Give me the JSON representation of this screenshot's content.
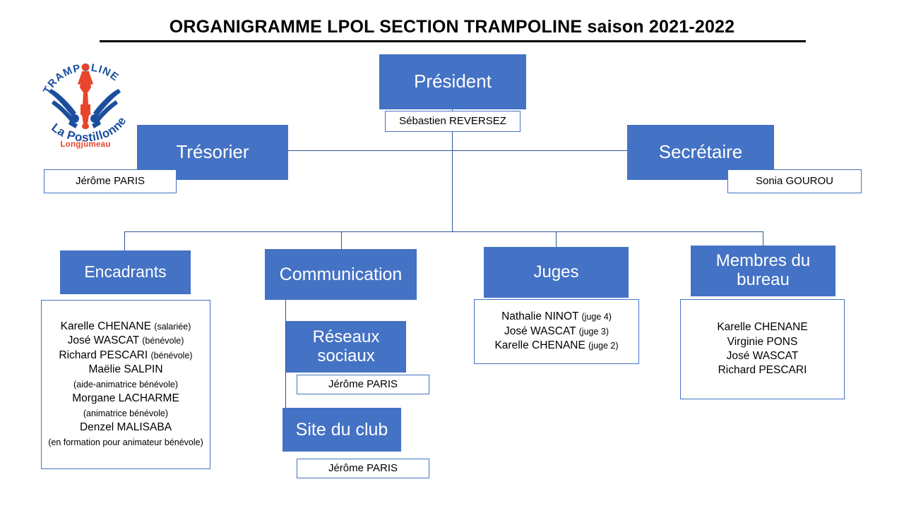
{
  "title": "ORGANIGRAMME LPOL SECTION TRAMPOLINE saison 2021-2022",
  "logo": {
    "top_text": "TRAMPOLINE",
    "club_name": "La Postillonne",
    "city": "Longjumeau",
    "blue": "#1B4F9C",
    "orange": "#E8452C"
  },
  "colors": {
    "box_fill": "#4472C4",
    "box_text": "#FFFFFF",
    "line": "#2E5496",
    "label_border": "#4472C4",
    "label_text": "#000000"
  },
  "nodes": {
    "president": {
      "title": "Président",
      "person": "Sébastien REVERSEZ"
    },
    "tresorier": {
      "title": "Trésorier",
      "person": "Jérôme PARIS"
    },
    "secretaire": {
      "title": "Secrétaire",
      "person": "Sonia GOUROU"
    },
    "encadrants": {
      "title": "Encadrants",
      "people": [
        {
          "name": "Karelle CHENANE",
          "role": "(salariée)"
        },
        {
          "name": "José WASCAT",
          "role": "(bénévole)"
        },
        {
          "name": "Richard PESCARI",
          "role": "(bénévole)"
        },
        {
          "name": "Maëlie SALPIN",
          "role": "(aide-animatrice bénévole)"
        },
        {
          "name": "Morgane LACHARME",
          "role": "(animatrice bénévole)"
        },
        {
          "name": "Denzel MALISABA",
          "role": "(en formation pour animateur bénévole)"
        }
      ]
    },
    "communication": {
      "title": "Communication",
      "children": [
        {
          "title": "Réseaux sociaux",
          "person": "Jérôme PARIS"
        },
        {
          "title": "Site du club",
          "person": "Jérôme PARIS"
        }
      ]
    },
    "juges": {
      "title": "Juges",
      "people": [
        {
          "name": "Nathalie NINOT",
          "role": "(juge 4)"
        },
        {
          "name": "José WASCAT",
          "role": "(juge 3)"
        },
        {
          "name": "Karelle CHENANE",
          "role": "(juge 2)"
        }
      ]
    },
    "membres_bureau": {
      "title": "Membres du bureau",
      "people": [
        {
          "name": "Karelle CHENANE"
        },
        {
          "name": "Virginie PONS"
        },
        {
          "name": "José WASCAT"
        },
        {
          "name": "Richard PESCARI"
        }
      ]
    }
  }
}
